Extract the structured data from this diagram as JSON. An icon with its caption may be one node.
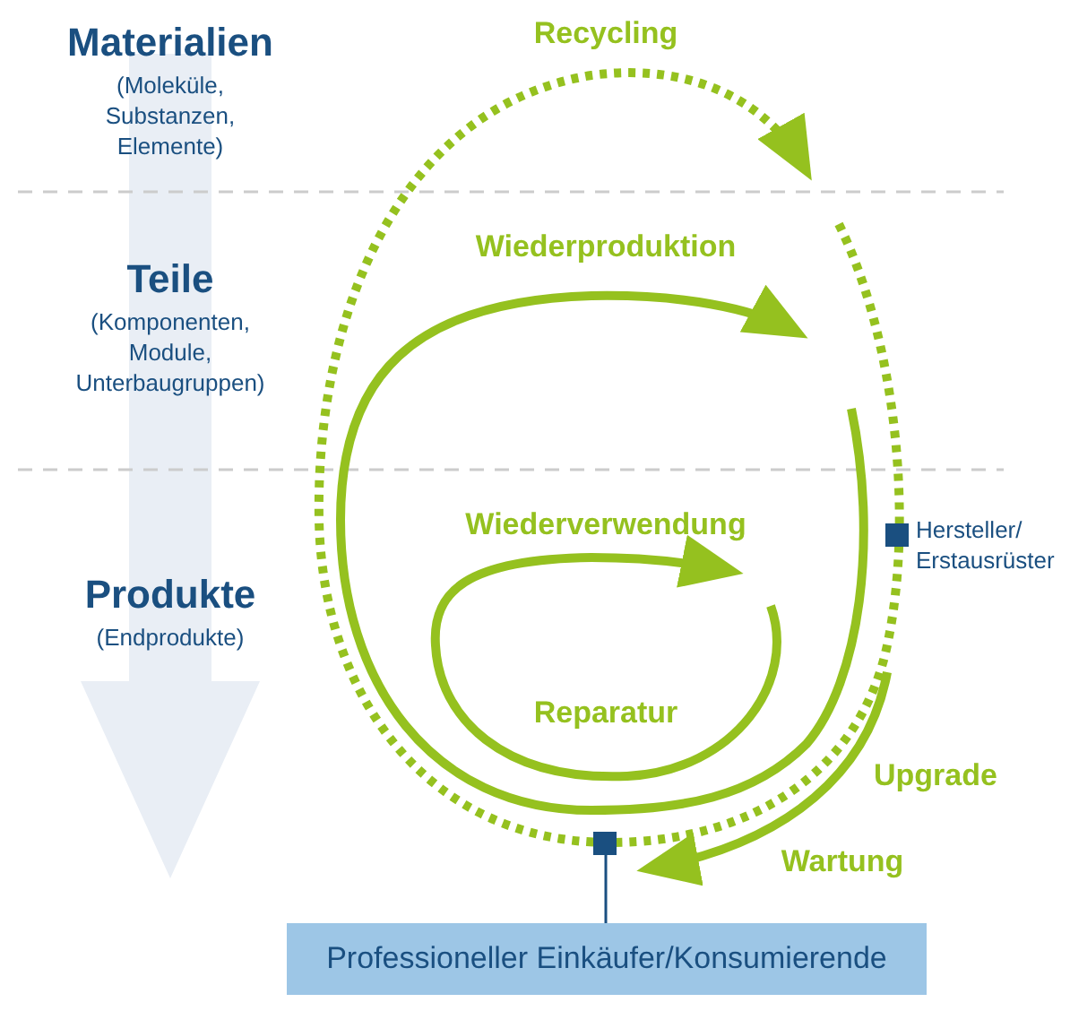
{
  "diagram": {
    "nodes": [
      {
        "text": [
          "Professioneller Einkäufer/Konsumierende"
        ]
      },
      {
        "text": [],
        "shape": "box"
      },
      {
        "text": [],
        "shape": "box",
        "beside": [
          "Hersteller/ Erstausrüster"
        ]
      }
    ],
    "edges": [
      {
        "from": 0,
        "to": 1,
        "arrow": "none"
      }
    ],
    "labels": [
      "Materialien",
      "(Moleküle, Substanzen, Elemente)",
      "Recycling",
      "Teile",
      "Wiederproduktion",
      "(Komponenten, Module, Unterbaugruppen)",
      "Wiederverwendung",
      "Produkte",
      "(Endprodukte)",
      "Reparatur",
      "Upgrade",
      "Wartung"
    ]
  }
}
